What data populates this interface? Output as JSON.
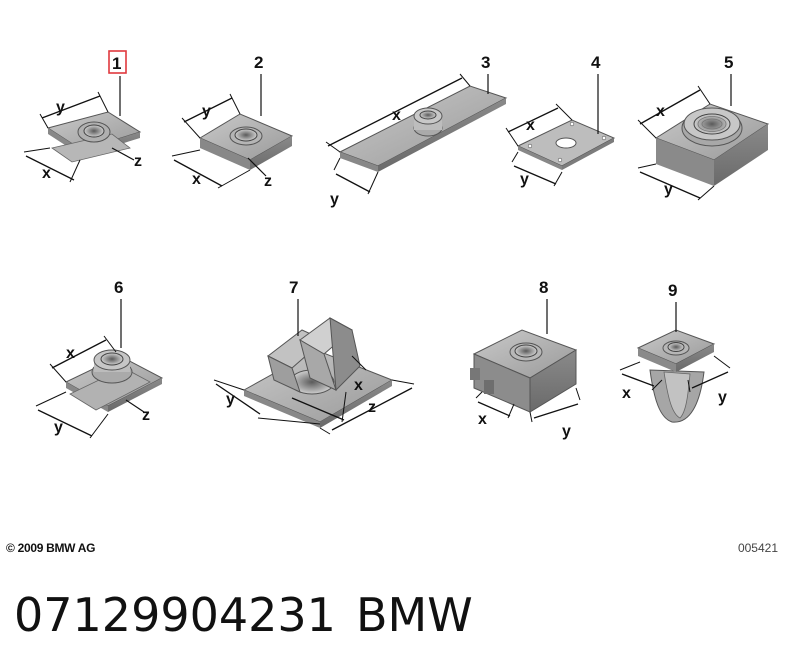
{
  "diagram": {
    "parts": [
      {
        "number": "1",
        "dims": [
          "y",
          "x",
          "z"
        ],
        "highlighted": true
      },
      {
        "number": "2",
        "dims": [
          "y",
          "x",
          "z"
        ]
      },
      {
        "number": "3",
        "dims": [
          "x",
          "y"
        ]
      },
      {
        "number": "4",
        "dims": [
          "x",
          "y"
        ]
      },
      {
        "number": "5",
        "dims": [
          "x",
          "y"
        ]
      },
      {
        "number": "6",
        "dims": [
          "x",
          "y",
          "z"
        ]
      },
      {
        "number": "7",
        "dims": [
          "y",
          "x",
          "z"
        ]
      },
      {
        "number": "8",
        "dims": [
          "x",
          "y"
        ]
      },
      {
        "number": "9",
        "dims": [
          "x",
          "y"
        ]
      }
    ],
    "highlight_color": "#e0393e",
    "part_color": "#a9a9a9"
  },
  "footer": {
    "copyright": "© 2009 BMW AG",
    "image_code": "005421"
  },
  "product": {
    "part_number": "07129904231",
    "brand": "BMW"
  }
}
